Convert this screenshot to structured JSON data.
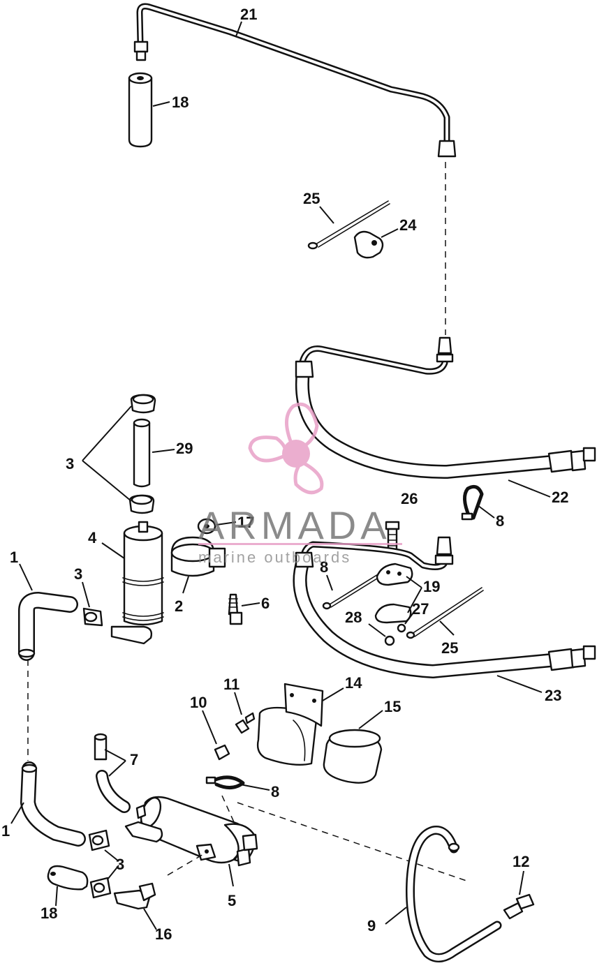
{
  "diagram": {
    "callouts": [
      "21",
      "18",
      "25",
      "24",
      "3",
      "29",
      "4",
      "17",
      "1",
      "3",
      "2",
      "6",
      "26",
      "8",
      "22",
      "8",
      "19",
      "27",
      "28",
      "25",
      "23",
      "11",
      "10",
      "14",
      "15",
      "7",
      "8",
      "1",
      "3",
      "5",
      "18",
      "16",
      "9",
      "12"
    ]
  },
  "watermark": {
    "title": "ARMADA",
    "subtitle": "marine outboards",
    "accent_color": "#e79ac4"
  }
}
